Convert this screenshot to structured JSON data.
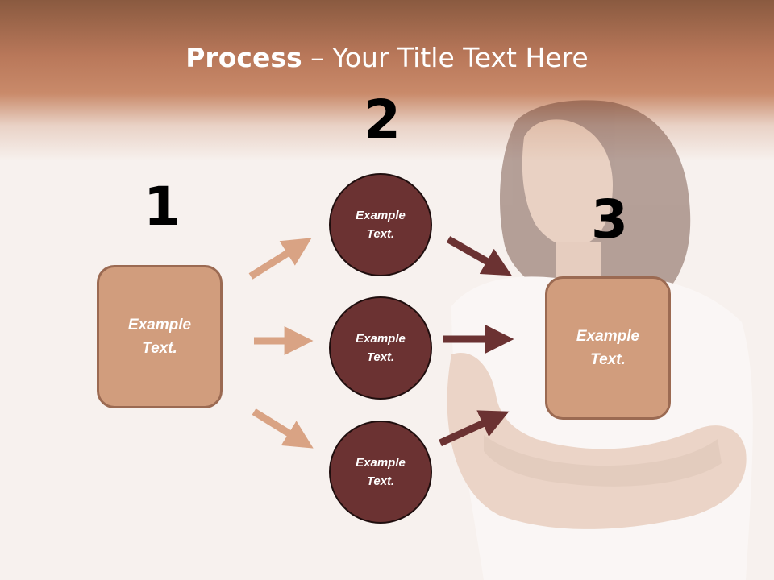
{
  "title": {
    "bold": "Process",
    "rest": " – Your Title Text Here"
  },
  "steps": [
    {
      "number": "1",
      "text": "Example\nText."
    },
    {
      "number": "2",
      "items": [
        "Example\nText.",
        "Example\nText.",
        "Example\nText."
      ]
    },
    {
      "number": "3",
      "text": "Example\nText."
    }
  ],
  "colors": {
    "header_band": "#c07f60",
    "box_fill": "#d19d7d",
    "box_border": "#9b6a52",
    "circle_fill": "#6b3232",
    "arrow_light": "#d9a384",
    "arrow_dark": "#6b3232"
  }
}
